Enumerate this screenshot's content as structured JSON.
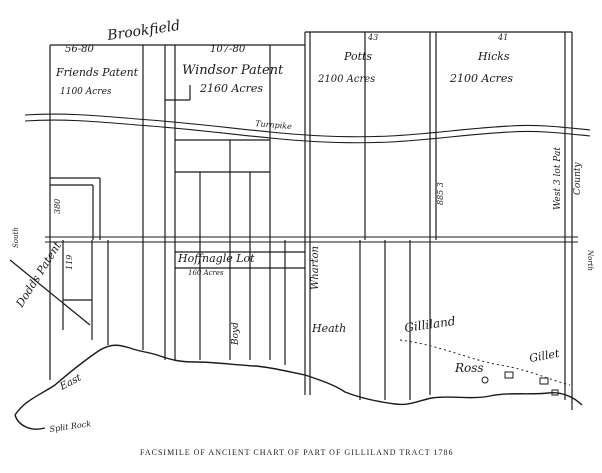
{
  "caption": "FACSIMILE OF ANCIENT CHART OF PART OF GILLILAND TRACT  1786",
  "top_labels": {
    "brookfield": "Brookfield",
    "measure_left": "56-80",
    "measure_mid": "107-80",
    "measure_potts": "43",
    "measure_hicks": "41"
  },
  "tracts": {
    "friends_patent": "Friends Patent",
    "friends_acres": "1100 Acres",
    "windsor_patent": "Windsor Patent",
    "windsor_acres": "2160 Acres",
    "potts": "Potts",
    "potts_acres": "2100 Acres",
    "hicks": "Hicks",
    "hicks_acres": "2100 Acres",
    "hoffnagle_lot": "Hoffnagle Lot",
    "hoffnagle_acres": "160 Acres",
    "wharton": "Wharton",
    "heath": "Heath",
    "gilliland": "Gilliland",
    "ross": "Ross",
    "gillet": "Gillet",
    "boyd": "Boyd",
    "dodds_patent": "Dodds Patent",
    "east": "East",
    "split_rock": "Split Rock",
    "south": "South",
    "north": "North",
    "turnpike": "Turnpike"
  },
  "line_labels": {
    "line_380": "380",
    "line_119": "119",
    "line_885": "885 3",
    "west_line": "West 3 lot Pat",
    "county": "County"
  }
}
